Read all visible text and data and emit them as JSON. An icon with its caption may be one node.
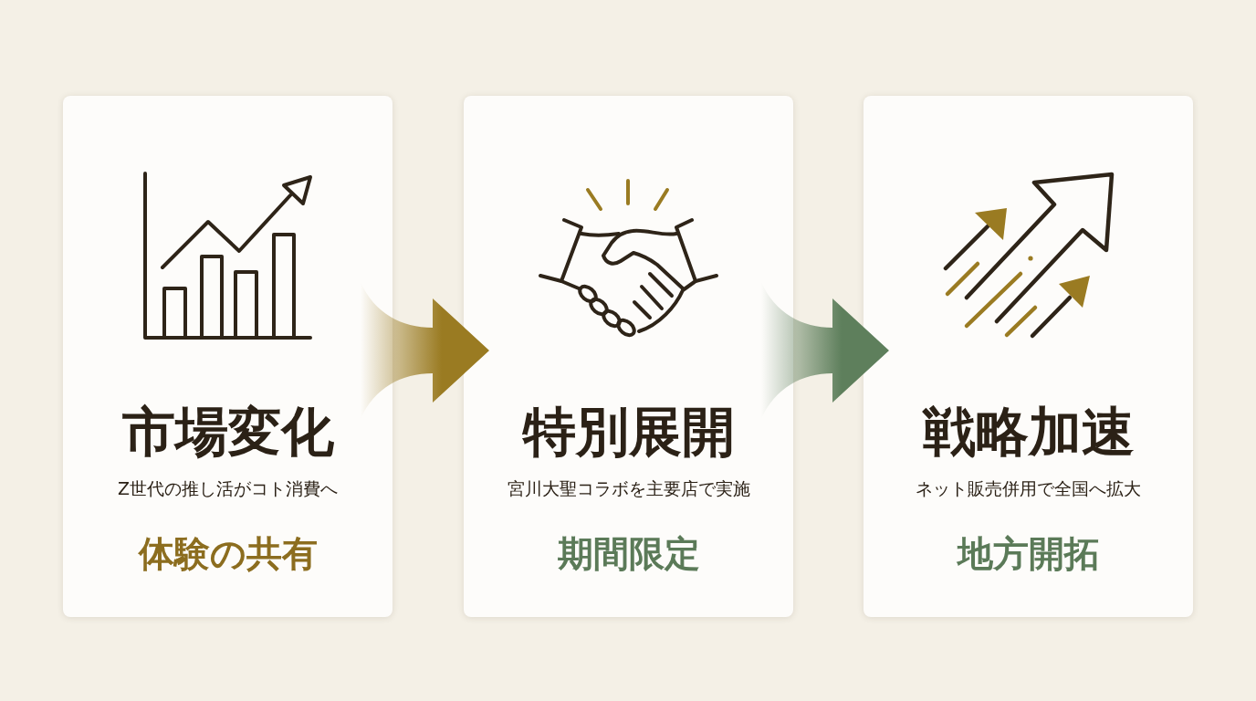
{
  "diagram": {
    "nodes": [
      {
        "text": [
          "市場変化",
          "Z世代の推し活がコト消費へ",
          "体験の共有"
        ]
      },
      {
        "text": [
          "特別展開",
          "宮川大聖コラボを主要店で実施",
          "期間限定"
        ]
      },
      {
        "text": [
          "戦略加速",
          "ネット販売併用で全国へ拡大",
          "地方開拓"
        ]
      }
    ],
    "edges": [
      {
        "from": 0,
        "to": 1,
        "arrow": "to",
        "color": "#9a7b22"
      },
      {
        "from": 1,
        "to": 2,
        "arrow": "to",
        "color": "#5e7f5c"
      }
    ]
  }
}
